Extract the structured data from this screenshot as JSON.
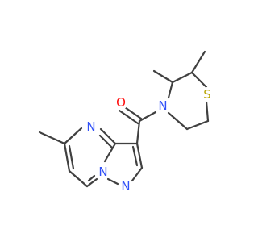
{
  "molecule": {
    "atoms": {
      "oxygen": {
        "symbol": "O",
        "color": "#ff0d0d"
      },
      "amide_nitrogen": {
        "symbol": "N",
        "color": "#3050f8"
      },
      "sulfur": {
        "symbol": "S",
        "color": "#b8a400"
      },
      "pyrimidine_nitrogen": {
        "symbol": "N",
        "color": "#3050f8"
      },
      "bridgehead_nitrogen": {
        "symbol": "N",
        "color": "#3050f8"
      },
      "pyrazole_nitrogen": {
        "symbol": "N",
        "color": "#3050f8"
      }
    },
    "bond_color": "#404040",
    "background": "#ffffff"
  }
}
